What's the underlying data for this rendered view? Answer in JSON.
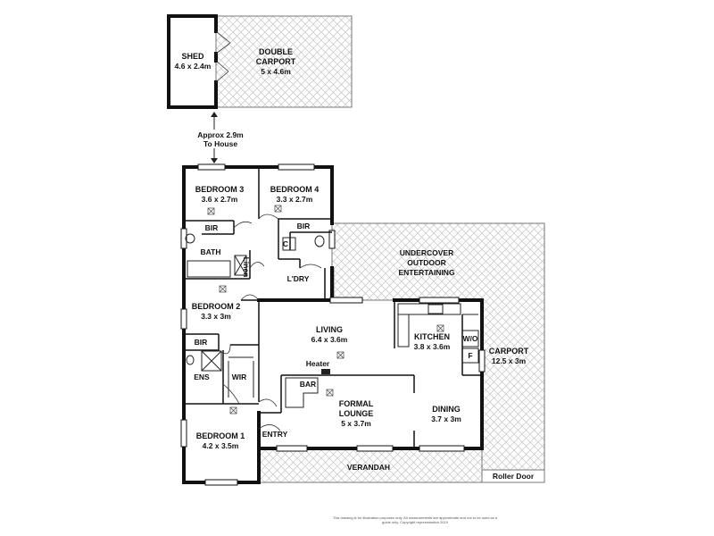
{
  "rooms": {
    "shed": {
      "name": "SHED",
      "size": "4.6 x 2.4m"
    },
    "double_carport": {
      "name_l1": "DOUBLE",
      "name_l2": "CARPORT",
      "size": "5 x 4.6m"
    },
    "approx": {
      "l1": "Approx 2.9m",
      "l2": "To House"
    },
    "bedroom3": {
      "name": "BEDROOM 3",
      "size": "3.6 x 2.7m"
    },
    "bedroom4": {
      "name": "BEDROOM 4",
      "size": "3.3 x 2.7m"
    },
    "bir_b3": "BIR",
    "bir_b4": "BIR",
    "bath": "BATH",
    "linen": "Linen",
    "c": "C",
    "ldry": "L'DRY",
    "undercover": {
      "l1": "UNDERCOVER",
      "l2": "OUTDOOR",
      "l3": "ENTERTAINING"
    },
    "bedroom2": {
      "name": "BEDROOM 2",
      "size": "3.3 x 3m"
    },
    "living": {
      "name": "LIVING",
      "size": "6.4 x 3.6m"
    },
    "kitchen": {
      "name": "KITCHEN",
      "size": "3.8 x 3.6m"
    },
    "wo": "W/O",
    "f": "F",
    "carport": {
      "name": "CARPORT",
      "size": "12.5 x 3m"
    },
    "bir_b2": "BIR",
    "heater": "Heater",
    "bar": "BAR",
    "ens": "ENS",
    "wir": "WIR",
    "formal_lounge": {
      "l1": "FORMAL",
      "l2": "LOUNGE",
      "size": "5 x 3.7m"
    },
    "dining": {
      "name": "DINING",
      "size": "3.7 x 3m"
    },
    "bedroom1": {
      "name": "BEDROOM 1",
      "size": "4.2 x 3.5m"
    },
    "entry": "ENTRY",
    "verandah": "VERANDAH",
    "roller_door": "Roller Door"
  },
  "disclaimer": {
    "l1": "This drawing is for illustration purposes only. All measurements are approximate and not to be used as a",
    "l2": "guide only. Copyright representation 2019"
  }
}
